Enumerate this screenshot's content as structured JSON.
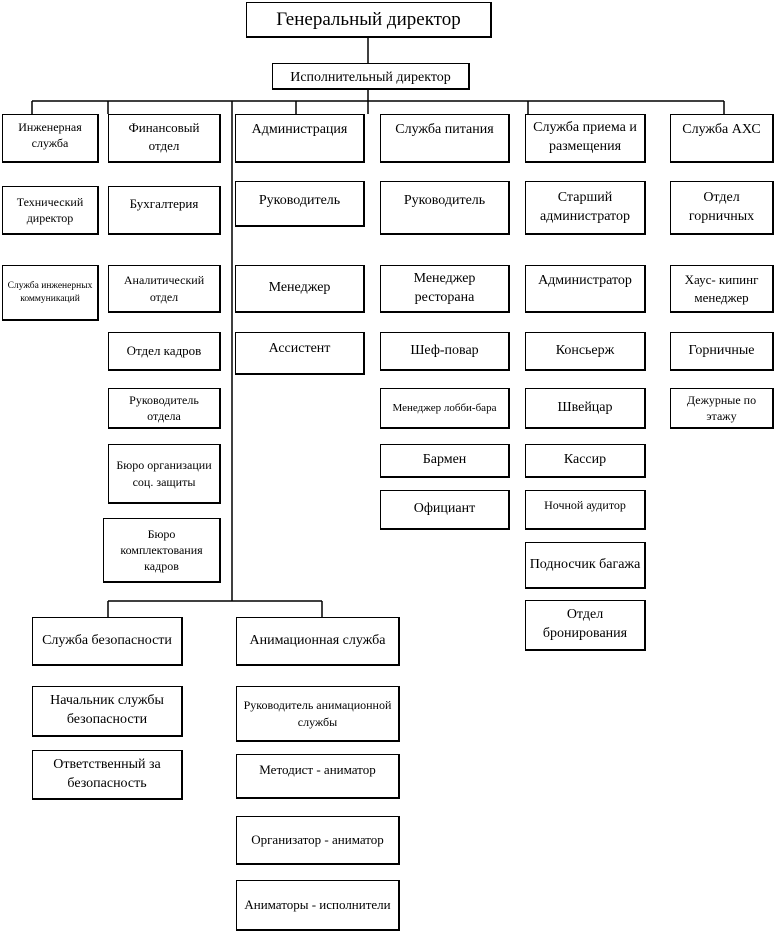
{
  "top": {
    "ceo": "Генеральный директор",
    "exec": "Исполнительный директор"
  },
  "engineering": {
    "head": "Инженерная служба",
    "technical_director": "Технический директор",
    "utilities": "Служба инженерных коммуникаций"
  },
  "finance": {
    "head": "Финансовый отдел",
    "accounting": "Бухгалтерия",
    "analytics": "Аналитический отдел",
    "hr": "Отдел кадров",
    "dept_head": "Руководитель отдела",
    "social": "Бюро организации соц. защиты",
    "staffing": "Бюро комплектования кадров"
  },
  "administration": {
    "head": "Администрация",
    "manager_lead": "Руководитель",
    "manager": "Менеджер",
    "assistant": "Ассистент"
  },
  "food": {
    "head": "Служба питания",
    "lead": "Руководитель",
    "restaurant_manager": "Менеджер ресторана",
    "chef": "Шеф-повар",
    "lobby_bar_manager": "Менеджер лобби-бара",
    "bartender": "Бармен",
    "waiter": "Официант"
  },
  "reception": {
    "head": "Служба приема и размещения",
    "senior_admin": "Старший администратор",
    "admin": "Администратор",
    "concierge": "Консьерж",
    "doorman": "Швейцар",
    "cashier": "Кассир",
    "night_auditor": "Ночной аудитор",
    "porter": "Подносчик багажа",
    "booking": "Отдел бронирования"
  },
  "housekeeping": {
    "head": "Служба АХС",
    "maids_dept": "Отдел горничных",
    "hk_manager": "Хаус- кипинг менеджер",
    "maids": "Горничные",
    "floor_duty": "Дежурные по этажу"
  },
  "security": {
    "head": "Служба безопасности",
    "chief": "Начальник службы безопасности",
    "responsible": "Ответственный за безопасность"
  },
  "animation": {
    "head": "Анимационная служба",
    "lead": "Руководитель анимационной службы",
    "methodist": "Методист - аниматор",
    "organizer": "Организатор - аниматор",
    "performers": "Аниматоры - исполнители"
  }
}
